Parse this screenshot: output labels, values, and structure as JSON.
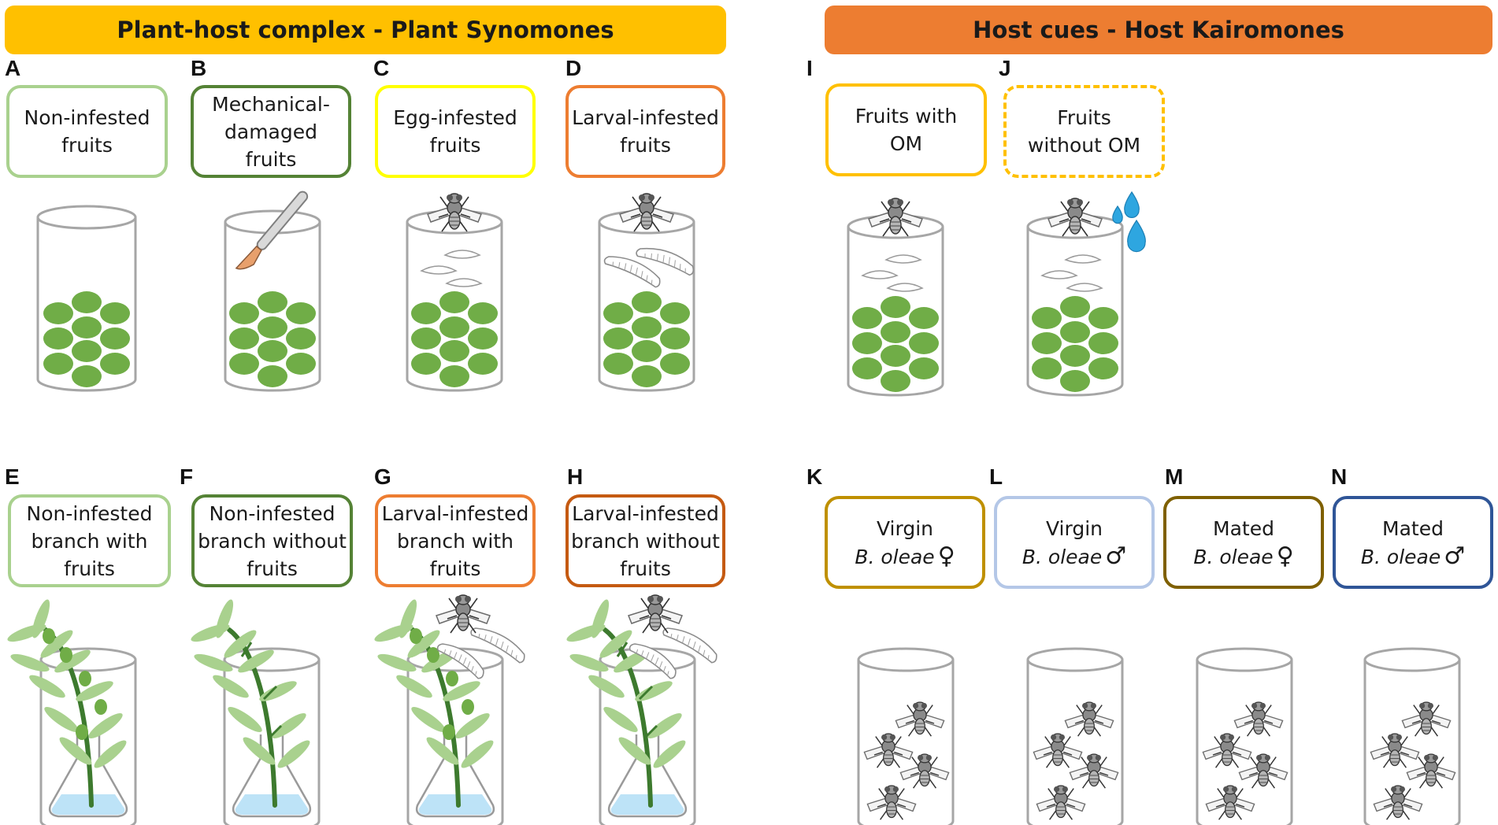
{
  "headers": {
    "left": "Plant-host complex - Plant Synomones",
    "right": "Host cues - Host Kairomones"
  },
  "colors": {
    "left_banner": "#FFC000",
    "right_banner": "#ED7D31",
    "fruit": "#70AD47",
    "leaf": "#A9D18E",
    "stem": "#3D7A2E",
    "water": "#BDE3F7",
    "droplet": "#2EA6E0"
  },
  "panels": [
    {
      "id": "A",
      "label": "A",
      "lines": [
        "Non-infested",
        "fruits"
      ],
      "border": "#A9D18E"
    },
    {
      "id": "B",
      "label": "B",
      "lines": [
        "Mechanical-",
        "damaged",
        "fruits"
      ],
      "border": "#548235"
    },
    {
      "id": "C",
      "label": "C",
      "lines": [
        "Egg-infested",
        "fruits"
      ],
      "border": "#FFFF00"
    },
    {
      "id": "D",
      "label": "D",
      "lines": [
        "Larval-infested",
        "fruits"
      ],
      "border": "#ED7D31"
    },
    {
      "id": "I",
      "label": "I",
      "lines": [
        "Fruits with",
        "OM"
      ],
      "border": "#FFC000"
    },
    {
      "id": "J",
      "label": "J",
      "lines": [
        "Fruits",
        "without OM"
      ],
      "border": "#FFC000",
      "dashed": true
    },
    {
      "id": "E",
      "label": "E",
      "lines": [
        "Non-infested",
        "branch with",
        "fruits"
      ],
      "border": "#A9D18E"
    },
    {
      "id": "F",
      "label": "F",
      "lines": [
        "Non-infested",
        "branch without",
        "fruits"
      ],
      "border": "#548235"
    },
    {
      "id": "G",
      "label": "G",
      "lines": [
        "Larval-infested",
        "branch with",
        "fruits"
      ],
      "border": "#ED7D31"
    },
    {
      "id": "H",
      "label": "H",
      "lines": [
        "Larval-infested",
        "branch without",
        "fruits"
      ],
      "border": "#C55A11"
    },
    {
      "id": "K",
      "label": "K",
      "lines": [
        "Virgin"
      ],
      "species": "B. oleae",
      "sex": "♀",
      "border": "#BF9000"
    },
    {
      "id": "L",
      "label": "L",
      "lines": [
        "Virgin"
      ],
      "species": "B. oleae",
      "sex": "♂",
      "border": "#B4C7E7"
    },
    {
      "id": "M",
      "label": "M",
      "lines": [
        "Mated"
      ],
      "species": "B. oleae",
      "sex": "♀",
      "border": "#7F6000"
    },
    {
      "id": "N",
      "label": "N",
      "lines": [
        "Mated"
      ],
      "species": "B. oleae",
      "sex": "♂",
      "border": "#2F5597"
    }
  ]
}
